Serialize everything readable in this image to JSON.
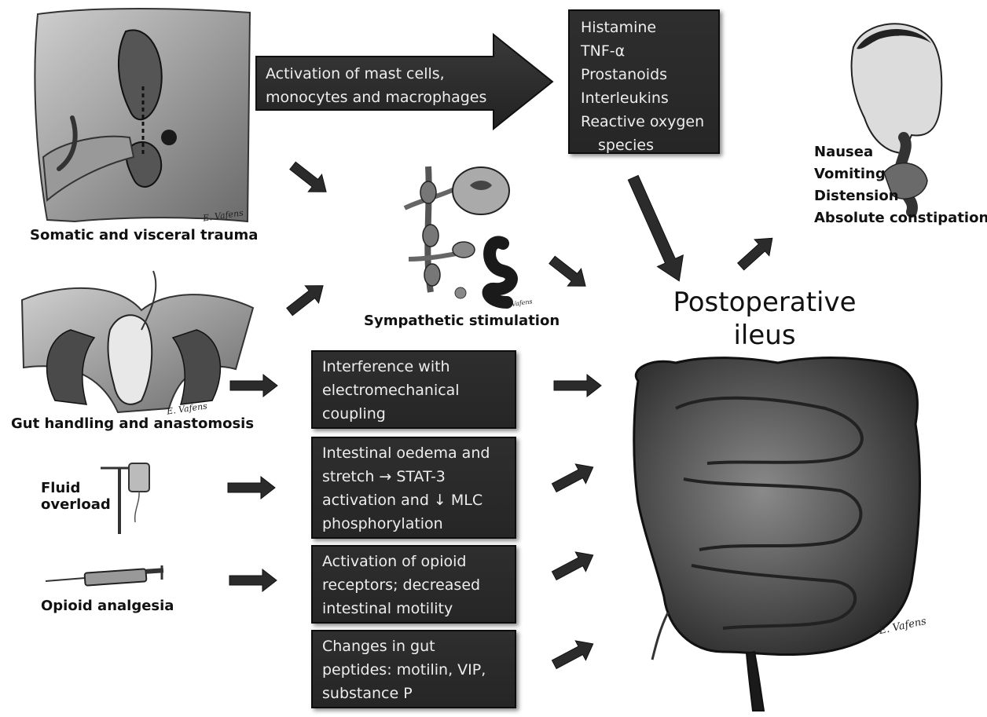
{
  "mast_cell_arrow": {
    "lines": [
      "Activation of mast cells,",
      "monocytes and macrophages"
    ]
  },
  "mediators": {
    "lines": [
      "Histamine",
      "TNF-α",
      "Prostanoids",
      "Interleukins",
      "Reactive oxygen",
      "species"
    ]
  },
  "symptoms": {
    "lines": [
      "Nausea",
      "Vomiting",
      "Distension",
      "Absolute constipation"
    ]
  },
  "title": {
    "lines": [
      "Postoperative",
      "ileus"
    ]
  },
  "causes": {
    "trauma": "Somatic and visceral trauma",
    "gut_handling": "Gut handling and anastomosis",
    "fluid": [
      "Fluid",
      "overload"
    ],
    "opioid": "Opioid analgesia",
    "sympathetic": "Sympathetic stimulation"
  },
  "mechanisms": [
    {
      "lines": [
        "Interference with",
        "electromechanical",
        "coupling"
      ]
    },
    {
      "lines": [
        "Intestinal oedema and",
        "stretch → STAT-3",
        "activation and ↓ MLC",
        "phosphorylation"
      ]
    },
    {
      "lines": [
        "Activation of opioid",
        "receptors; decreased",
        "intestinal motility"
      ]
    },
    {
      "lines": [
        "Changes in gut",
        "peptides: motilin, VIP,",
        "substance P"
      ]
    }
  ],
  "signatures": [
    "E. Vafens",
    "E. Vafens",
    "E. Vafens",
    "E. Vafens"
  ],
  "colors": {
    "box_fill": "#2a2a2a",
    "box_text": "#ededed",
    "arrow_fill": "#2b2b2b",
    "label_text": "#111111"
  }
}
